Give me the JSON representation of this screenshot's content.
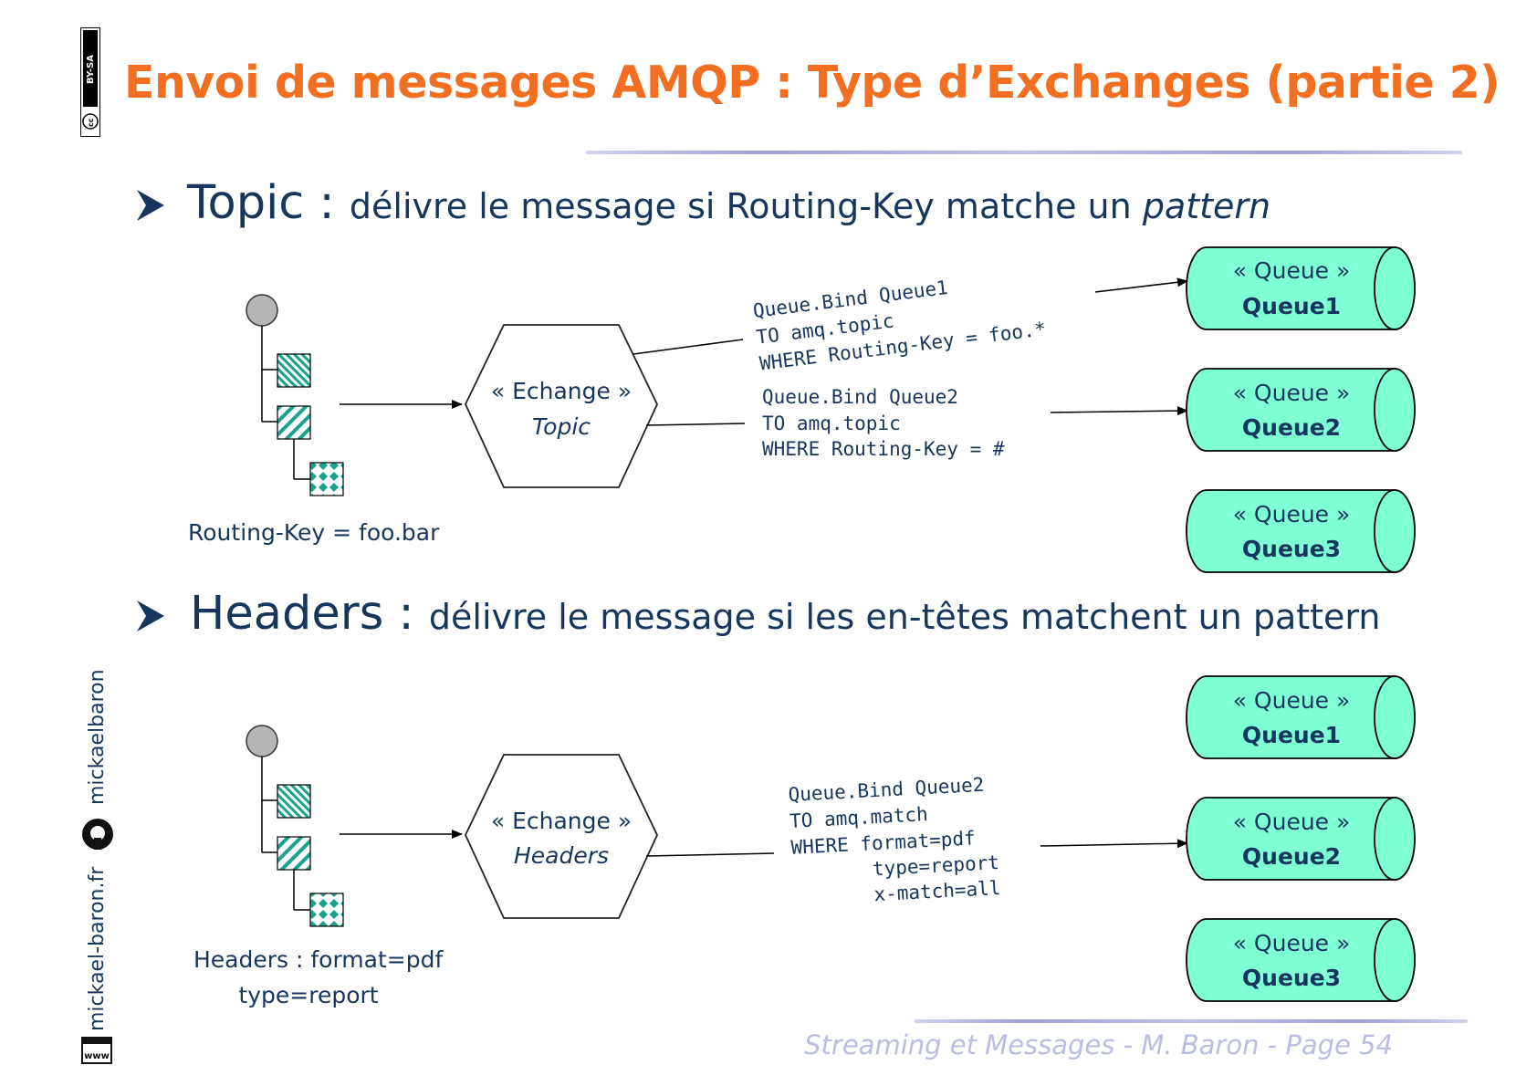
{
  "slide": {
    "title": "Envoi de messages AMQP : Type d’Exchanges (partie 2)",
    "license_badge": "BY-SA",
    "footer": "Streaming et Messages - M. Baron - Page  54",
    "side_url": "mickael-baron.fr",
    "side_github": "mickaelbaron"
  },
  "topic": {
    "bullet_key": "Topic",
    "bullet_sep": " : ",
    "bullet_desc": "délivre le message si Routing-Key matche un ",
    "bullet_em": "pattern",
    "exchange_stereotype": "« Echange »",
    "exchange_name": "Topic",
    "message_label": "Routing-Key = foo.bar",
    "bind1": [
      "Queue.Bind Queue1",
      "TO amq.topic",
      "WHERE Routing-Key = foo.*"
    ],
    "bind2": [
      "Queue.Bind Queue2",
      "TO amq.topic",
      "WHERE Routing-Key = #"
    ],
    "queues": [
      {
        "stereotype": "« Queue »",
        "name": "Queue1"
      },
      {
        "stereotype": "« Queue »",
        "name": "Queue2"
      },
      {
        "stereotype": "« Queue »",
        "name": "Queue3"
      }
    ]
  },
  "headers": {
    "bullet_key": "Headers",
    "bullet_sep": " : ",
    "bullet_desc": "délivre le message si les en-têtes matchent un pattern",
    "exchange_stereotype": "« Echange »",
    "exchange_name": "Headers",
    "message_label_1": "Headers : format=pdf",
    "message_label_2": "type=report",
    "bind": [
      "Queue.Bind Queue2",
      "TO amq.match",
      "WHERE format=pdf",
      "type=report",
      "x-match=all"
    ],
    "queues": [
      {
        "stereotype": "« Queue »",
        "name": "Queue1"
      },
      {
        "stereotype": "« Queue »",
        "name": "Queue2"
      },
      {
        "stereotype": "« Queue »",
        "name": "Queue3"
      }
    ]
  },
  "colors": {
    "title": "#f26f21",
    "text": "#17365d",
    "queue_fill": "#7fffd4",
    "footer": "#b9bde6"
  }
}
